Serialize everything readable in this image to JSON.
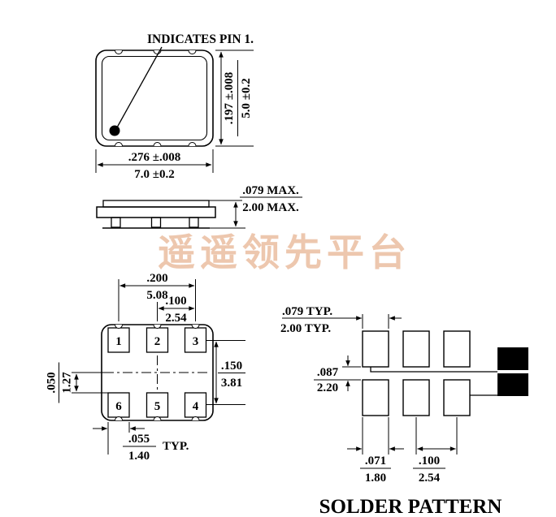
{
  "watermark": {
    "text": "遥遥领先平台",
    "color": "#e2a37a"
  },
  "top_view": {
    "pin1_note": "INDICATES PIN 1.",
    "height_in": ".197 ±.008",
    "height_mm": "5.0 ±0.2",
    "width_in": ".276 ±.008",
    "width_mm": "7.0 ±0.2"
  },
  "side_view": {
    "thickness_in": ".079 MAX.",
    "thickness_mm": "2.00 MAX."
  },
  "land_view": {
    "pad_labels": [
      "1",
      "2",
      "3",
      "6",
      "5",
      "4"
    ],
    "span_in": ".200",
    "span_mm": "5.08",
    "pitch_in": ".100",
    "pitch_mm": "2.54",
    "offset_in": ".050",
    "offset_mm": "1.27",
    "row_span_in": ".150",
    "row_span_mm": "3.81",
    "pad_w_in": ".055",
    "pad_w_mm": "1.40",
    "pad_w_note": "TYP."
  },
  "solder_pattern": {
    "title": "SOLDER PATTERN",
    "pad_h_in": ".079 TYP.",
    "pad_h_mm": "2.00 TYP.",
    "row_gap_in": ".087",
    "row_gap_mm": "2.20",
    "pad_w_in": ".071",
    "pad_w_mm": "1.80",
    "pitch_in": ".100",
    "pitch_mm": "2.54"
  }
}
